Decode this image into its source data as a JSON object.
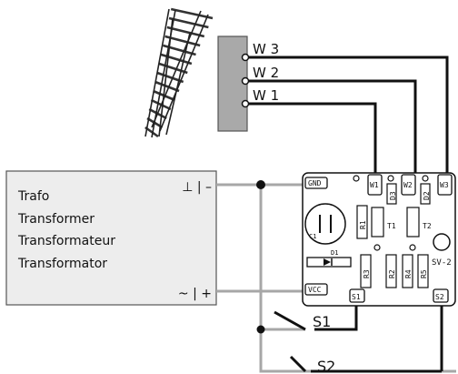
{
  "turnout": {
    "terminals": [
      "W 3",
      "W 2",
      "W 1"
    ]
  },
  "transformer": {
    "names": [
      "Trafo",
      "Transformer",
      "Transformateur",
      "Transformator"
    ],
    "ground_terminal": "⊥ | –",
    "ac_terminal": "~ | +"
  },
  "board": {
    "model": "SV-2",
    "pads": {
      "gnd": "GND",
      "vcc": "VCC",
      "w1": "W1",
      "w2": "W2",
      "w3": "W3",
      "s1": "S1",
      "s2": "S2"
    },
    "components": {
      "c1": "C1",
      "d1": "D1",
      "d2": "D2",
      "d3": "D3",
      "r1": "R1",
      "r2": "R2",
      "r3": "R3",
      "r4": "R4",
      "r5": "R5",
      "t1": "T1",
      "t2": "T2"
    }
  },
  "switches": {
    "s1": "S1",
    "s2": "S2"
  },
  "colors": {
    "wire_black": "#111111",
    "wire_gray": "#a7a7a7",
    "terminal_block": "#a9a9a9",
    "box_fill": "#ededed",
    "pcb_fill": "#ffffff"
  }
}
